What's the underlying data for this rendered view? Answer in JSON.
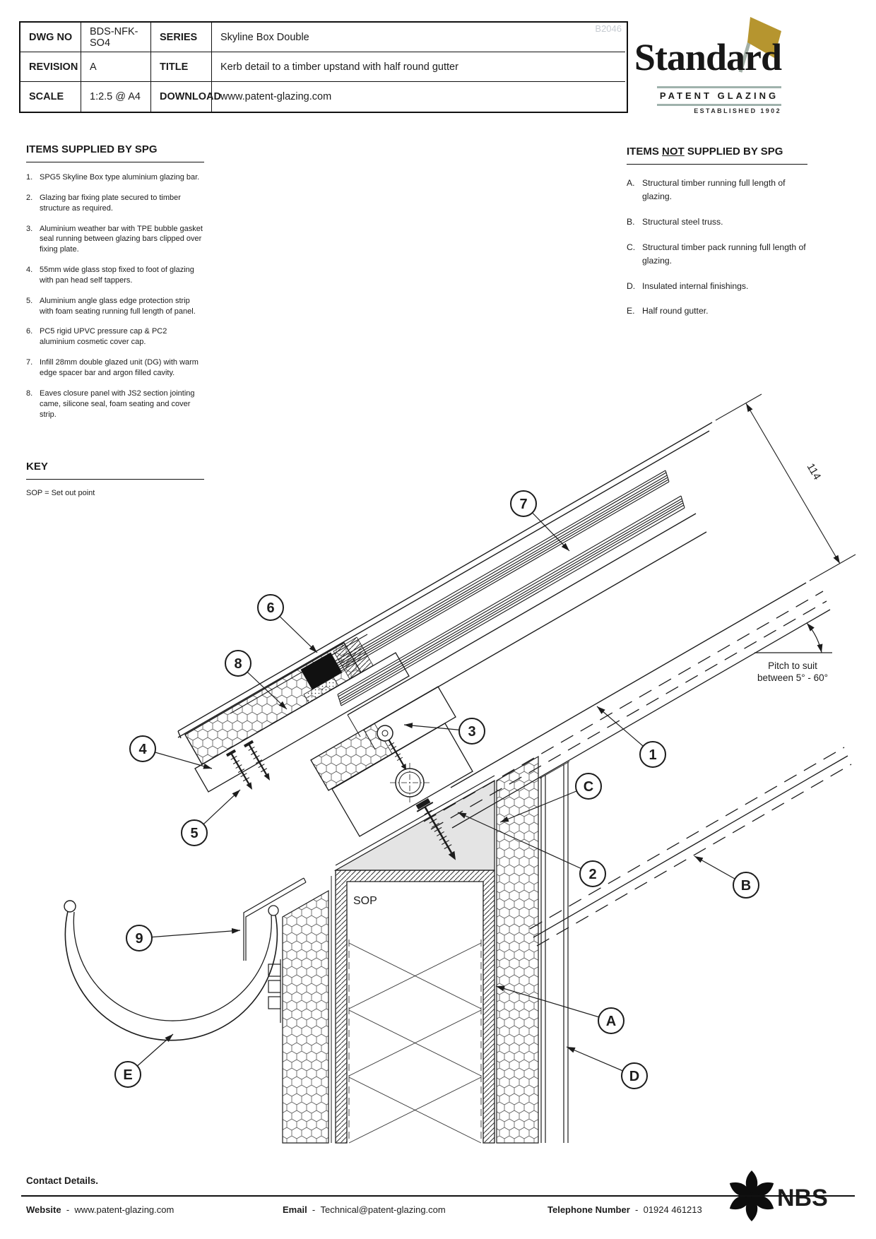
{
  "title_block": {
    "watermark": "B2046",
    "rows": [
      {
        "l1": "DWG NO",
        "v1": "BDS-NFK-SO4",
        "l2": "SERIES",
        "v2": "Skyline Box Double"
      },
      {
        "l1": "REVISION",
        "v1": "A",
        "l2": "TITLE",
        "v2": "Kerb detail to a timber upstand with half round gutter"
      },
      {
        "l1": "SCALE",
        "v1": "1:2.5 @ A4",
        "l2": "DOWNLOAD",
        "v2": "www.patent-glazing.com"
      }
    ]
  },
  "logo": {
    "name": "Standard",
    "tagline": "PATENT GLAZING",
    "established": "ESTABLISHED 1902",
    "flag_color": "#b6952f",
    "pole_color": "#a3b0a8",
    "rule_color": "#9fb2ac"
  },
  "supplied": {
    "heading": "ITEMS SUPPLIED BY SPG",
    "items": [
      {
        "num": "1.",
        "text": "SPG5 Skyline Box type aluminium glazing bar."
      },
      {
        "num": "2.",
        "text": "Glazing bar fixing plate secured to timber structure as required."
      },
      {
        "num": "3.",
        "text": "Aluminium weather bar with TPE bubble gasket seal running between glazing bars clipped over fixing plate."
      },
      {
        "num": "4.",
        "text": "55mm wide glass stop fixed to foot of glazing with pan head self tappers."
      },
      {
        "num": "5.",
        "text": "Aluminium angle glass edge protection strip with foam seating running full length of panel."
      },
      {
        "num": "6.",
        "text": "PC5 rigid UPVC pressure cap & PC2 aluminium cosmetic cover cap."
      },
      {
        "num": "7.",
        "text": "Infill 28mm double glazed unit (DG) with warm edge spacer bar and argon filled cavity."
      },
      {
        "num": "8.",
        "text": "Eaves closure panel with JS2 section jointing came, silicone seal, foam seating and cover strip."
      }
    ]
  },
  "not_supplied": {
    "heading_pre": "ITEMS ",
    "heading_not": "NOT",
    "heading_post": " SUPPLIED BY SPG",
    "items": [
      {
        "num": "A.",
        "text": "Structural timber running full length of glazing."
      },
      {
        "num": "B.",
        "text": "Structural steel truss."
      },
      {
        "num": "C.",
        "text": "Structural timber pack running full length of glazing."
      },
      {
        "num": "D.",
        "text": "Insulated internal finishings."
      },
      {
        "num": "E.",
        "text": "Half round gutter."
      }
    ]
  },
  "key": {
    "heading": "KEY",
    "text": "SOP = Set out point"
  },
  "drawing": {
    "sop_label": "SOP",
    "dim_label": "114",
    "pitch_line1": "Pitch to suit",
    "pitch_line2": "between 5° - 60°",
    "balloons": {
      "b1": "1",
      "b2": "2",
      "b3": "3",
      "b4": "4",
      "b5": "5",
      "b6": "6",
      "b7": "7",
      "b8": "8",
      "b9": "9",
      "bA": "A",
      "bB": "B",
      "bC": "C",
      "bD": "D",
      "bE": "E"
    }
  },
  "footer": {
    "contact": "Contact Details.",
    "website_label": "Website",
    "sep": "-",
    "website": "www.patent-glazing.com",
    "email_label": "Email",
    "email": "Technical@patent-glazing.com",
    "phone_label": "Telephone Number",
    "phone": "01924 461213",
    "nbs": "NBS"
  }
}
